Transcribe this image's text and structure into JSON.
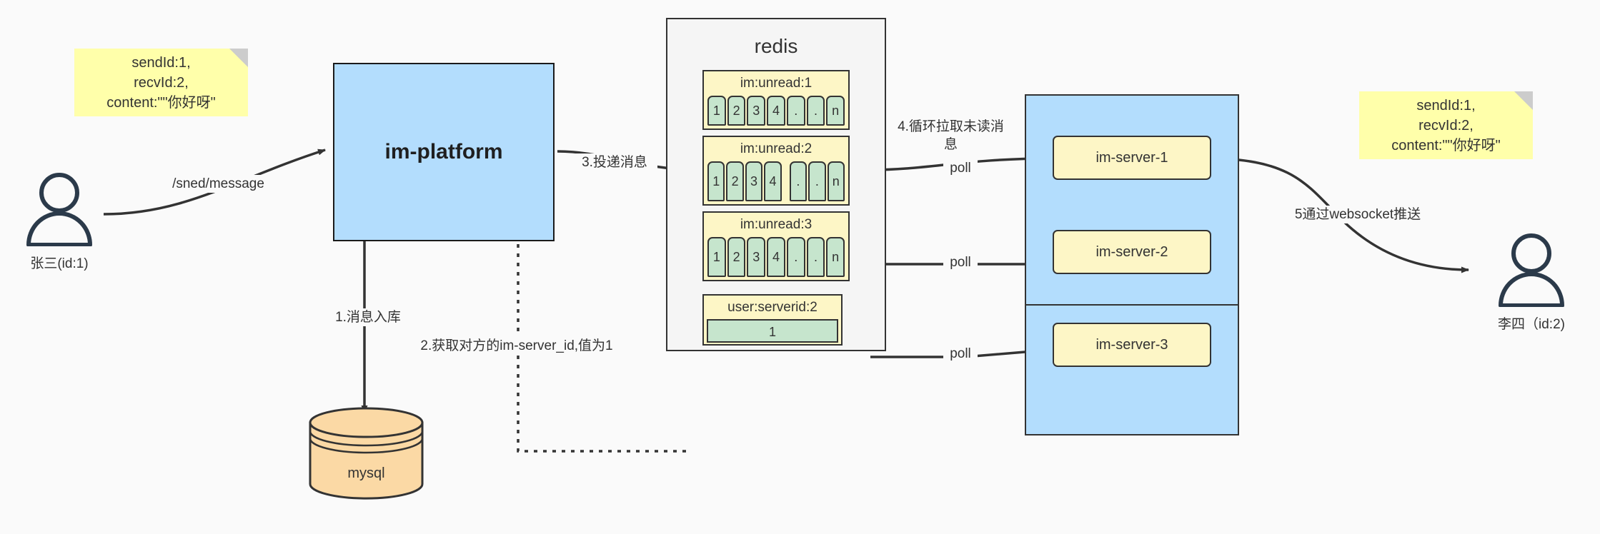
{
  "diagram": {
    "title": "IM message delivery architecture",
    "background": "#fafafa"
  },
  "notes": {
    "left": "sendId:1,\nrecvId:2,\ncontent:\"\"你好呀\"",
    "right": "sendId:1,\nrecvId:2,\ncontent:\"\"你好呀\""
  },
  "actors": {
    "sender": {
      "label": "张三(id:1)"
    },
    "receiver": {
      "label": "李四（id:2)"
    }
  },
  "nodes": {
    "platform": {
      "label": "im-platform",
      "color": "#b3ddfd"
    },
    "mysql": {
      "label": "mysql",
      "color": "#fbd9a5"
    },
    "redis": {
      "label": "redis",
      "color": "#f5f5f5"
    },
    "server_group": {
      "color": "#b3ddfd"
    }
  },
  "redis": {
    "title": "redis",
    "lists": [
      {
        "key": "im:unread:1",
        "cells": [
          "1",
          "2",
          "3",
          "4",
          ".",
          ".",
          "n"
        ],
        "gap_before_index": -1
      },
      {
        "key": "im:unread:2",
        "cells": [
          "1",
          "2",
          "3",
          "4",
          ".",
          ".",
          "n"
        ],
        "gap_before_index": 4
      },
      {
        "key": "im:unread:3",
        "cells": [
          "1",
          "2",
          "3",
          "4",
          ".",
          ".",
          "n"
        ],
        "gap_before_index": -1
      }
    ],
    "kv": {
      "key": "user:serverid:2",
      "value": "1"
    }
  },
  "servers": [
    {
      "label": "im-server-1"
    },
    {
      "label": "im-server-2"
    },
    {
      "label": "im-server-3"
    }
  ],
  "edge_labels": {
    "send_message": "/sned/message",
    "step1": "1.消息入库",
    "step2": "2.获取对方的im-server_id,值为1",
    "step3": "3.投递消息",
    "step4": "4.循环拉取未读消\n息",
    "poll1": "poll",
    "poll2": "poll",
    "poll3": "poll",
    "step5": "5通过websocket推送"
  },
  "colors": {
    "note_yellow": "#ffffaa",
    "box_blue": "#b3ddfd",
    "key_yellow": "#fdf6c6",
    "cell_green": "#c6e5cd",
    "db_orange": "#fbd9a5",
    "stroke": "#333333",
    "canvas": "#fafafa"
  }
}
